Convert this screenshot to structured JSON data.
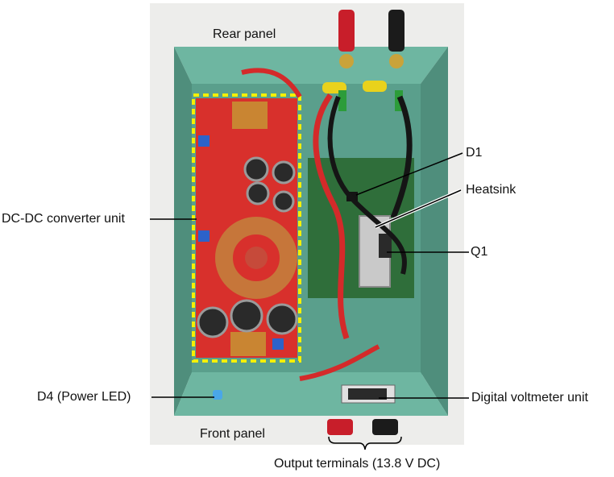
{
  "labels": {
    "rear_panel": "Rear panel",
    "front_panel": "Front panel",
    "dcdc": "DC-DC converter unit",
    "d4": "D4 (Power LED)",
    "d1": "D1",
    "heatsink": "Heatsink",
    "q1": "Q1",
    "voltmeter": "Digital voltmeter unit",
    "output_terminals": "Output terminals (13.8 V DC)"
  },
  "colors": {
    "chassis": "#5fa894",
    "pcb_red": "#d8302c",
    "pcb_green": "#2f6e3a",
    "highlight": "#f5f000"
  }
}
